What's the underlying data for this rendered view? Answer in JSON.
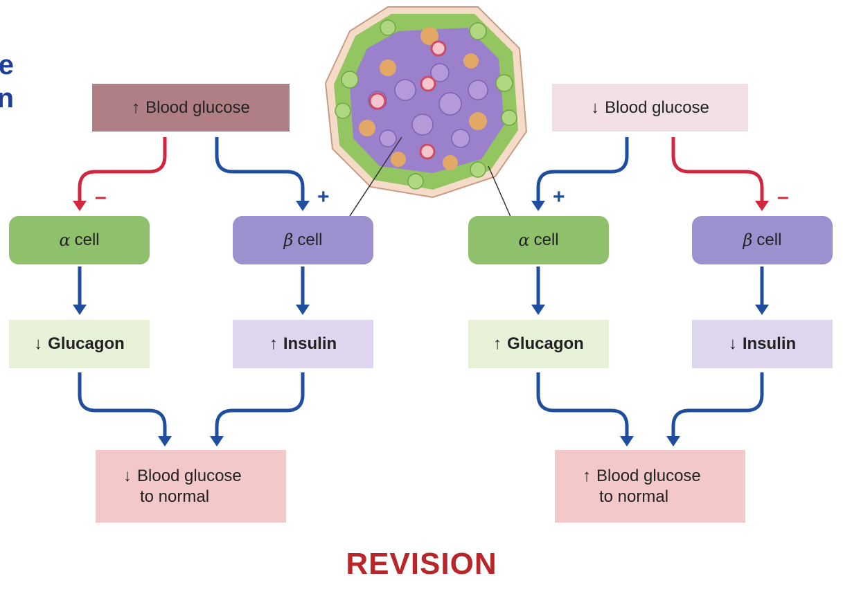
{
  "title_fragments": [
    "e",
    "n"
  ],
  "left": {
    "start": {
      "arrow": "↑",
      "text": "Blood glucose"
    },
    "alpha": {
      "greek": "α",
      "text": "cell",
      "sign": "–"
    },
    "beta": {
      "greek": "β",
      "text": "cell",
      "sign": "+"
    },
    "glucagon": {
      "arrow": "↓",
      "text": "Glucagon"
    },
    "insulin": {
      "arrow": "↑",
      "text": "Insulin"
    },
    "result": {
      "arrow": "↓",
      "line1": "Blood glucose",
      "line2": "to normal"
    }
  },
  "right": {
    "start": {
      "arrow": "↓",
      "text": "Blood glucose"
    },
    "alpha": {
      "greek": "α",
      "text": "cell",
      "sign": "+"
    },
    "beta": {
      "greek": "β",
      "text": "cell",
      "sign": "–"
    },
    "glucagon": {
      "arrow": "↑",
      "text": "Glucagon"
    },
    "insulin": {
      "arrow": "↓",
      "text": "Insulin"
    },
    "result": {
      "arrow": "↑",
      "line1": "Blood glucose",
      "line2": "to normal"
    }
  },
  "footer": "REVISION",
  "colors": {
    "stimulate": "#1f4e9e",
    "inhibit": "#d1263f",
    "alpha_cell": "#8fc06b",
    "beta_cell": "#9d90cf",
    "footer": "#b8262a"
  }
}
